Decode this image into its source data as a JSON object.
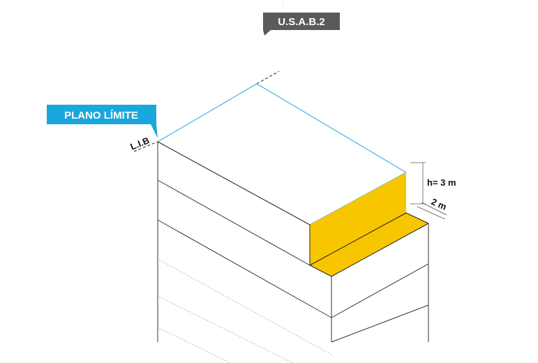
{
  "tags": {
    "usab": "U.S.A.B.2",
    "plano_limite": "PLANO LÍMITE"
  },
  "labels": {
    "lib": "L.I.B",
    "height": "h= 3 m",
    "setback": "2 m"
  },
  "colors": {
    "tag_gray": "#5a5a5a",
    "tag_blue": "#1aa7de",
    "outline_blue": "#45b1dc",
    "setback_yellow": "#f7c600",
    "building_lines": "#333333"
  }
}
